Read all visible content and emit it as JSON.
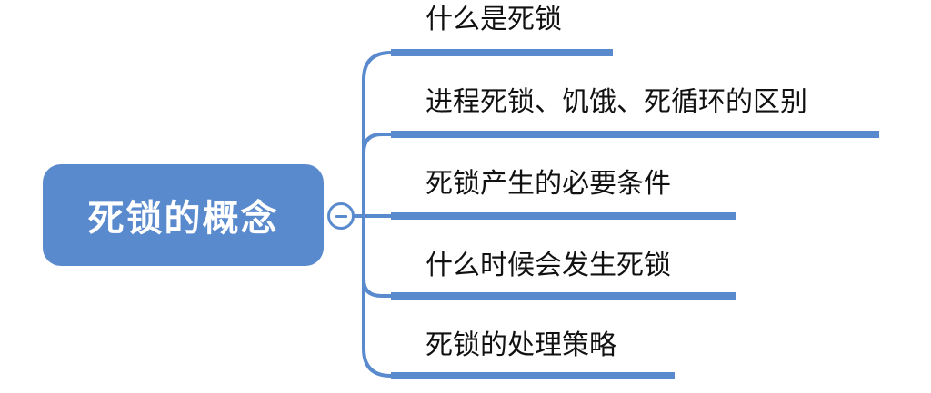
{
  "root": {
    "label": "死锁的概念"
  },
  "branches": [
    {
      "label": "什么是死锁"
    },
    {
      "label": "进程死锁、饥饿、死循环的区别"
    },
    {
      "label": "死锁产生的必要条件"
    },
    {
      "label": "什么时候会发生死锁"
    },
    {
      "label": "死锁的处理策略"
    }
  ],
  "colors": {
    "accent": "#5a8ace",
    "text": "#111111",
    "root_text": "#ffffff"
  },
  "icons": {
    "collapse": "minus-circle-icon"
  }
}
